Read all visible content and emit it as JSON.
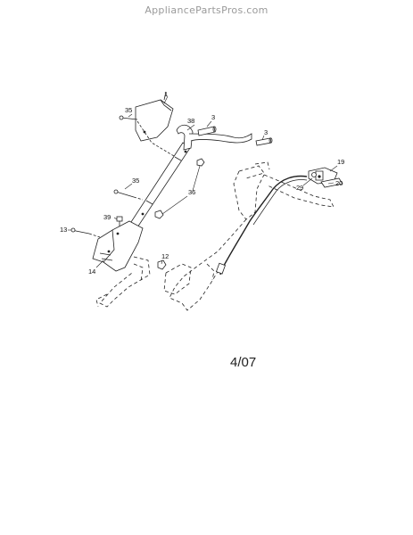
{
  "watermark": "AppliancePartsPros.com",
  "date_code": "4/07",
  "callouts": {
    "c1": "1",
    "c3a": "3",
    "c3b": "3",
    "c12": "12",
    "c13": "13",
    "c14": "14",
    "c19": "19",
    "c20": "20",
    "c29": "29",
    "c35a": "35",
    "c35b": "35",
    "c36": "36",
    "c38": "38",
    "c39": "39"
  }
}
